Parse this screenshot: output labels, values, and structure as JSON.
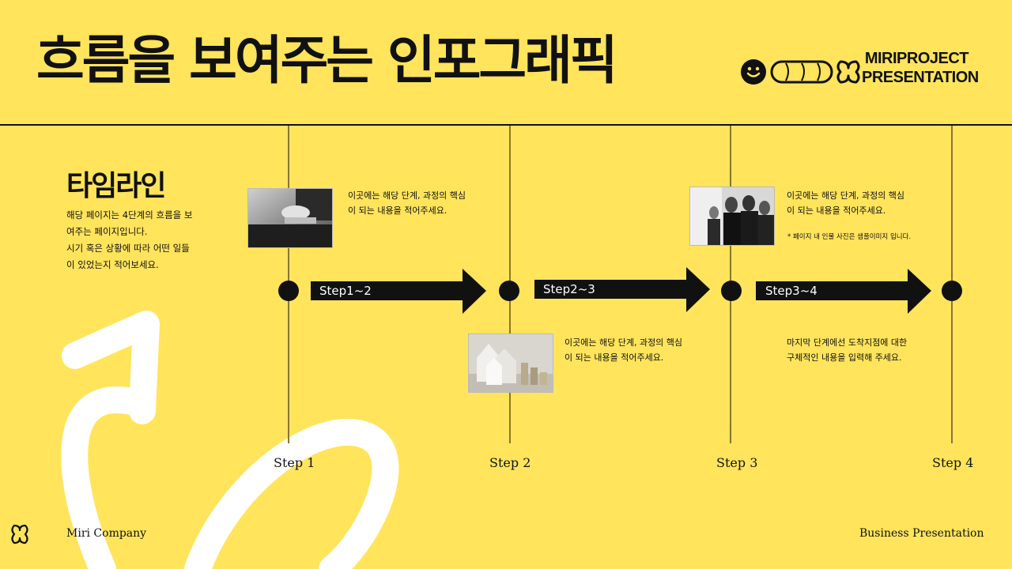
{
  "header": {
    "title": "흐름을 보여주는 인포그래픽",
    "brand_line1": "MIRIPROJECT",
    "brand_line2": "PRESENTATION",
    "icons": [
      "smiley-icon",
      "cloud-icon",
      "clover-icon"
    ]
  },
  "section": {
    "title": "타임라인",
    "desc_lines": [
      "해당 페이지는 4단계의 흐름을 보",
      "여주는 페이지입니다.",
      "시기 혹은 상황에 따라 어떤 일들",
      "이 있었는지 적어보세요."
    ]
  },
  "arrows": [
    "Step1~2",
    "Step2~3",
    "Step3~4"
  ],
  "steps": [
    "Step 1",
    "Step 2",
    "Step 3",
    "Step 4"
  ],
  "notes": {
    "step1": [
      "이곳에는 해당 단계, 과정의 핵심",
      "이 되는 내용을 적어주세요."
    ],
    "step2": [
      "이곳에는 해당 단계, 과정의 핵심",
      "이 되는 내용을 적어주세요."
    ],
    "step3": [
      "이곳에는 해당 단계, 과정의 핵심",
      "이 되는 내용을 적어주세요."
    ],
    "step3_footnote": "* 페이지 내 인물 사진은 샘플이미지 입니다.",
    "step4": [
      "마지막 단계에선 도착지점에 대한",
      "구체적인 내용을 입력해 주세요."
    ]
  },
  "footer": {
    "left": "Miri Company",
    "right": "Business Presentation",
    "icon": "clover-icon"
  },
  "colors": {
    "background": "#FFE45C",
    "ink": "#111111",
    "swoosh": "#FFFFFF"
  }
}
